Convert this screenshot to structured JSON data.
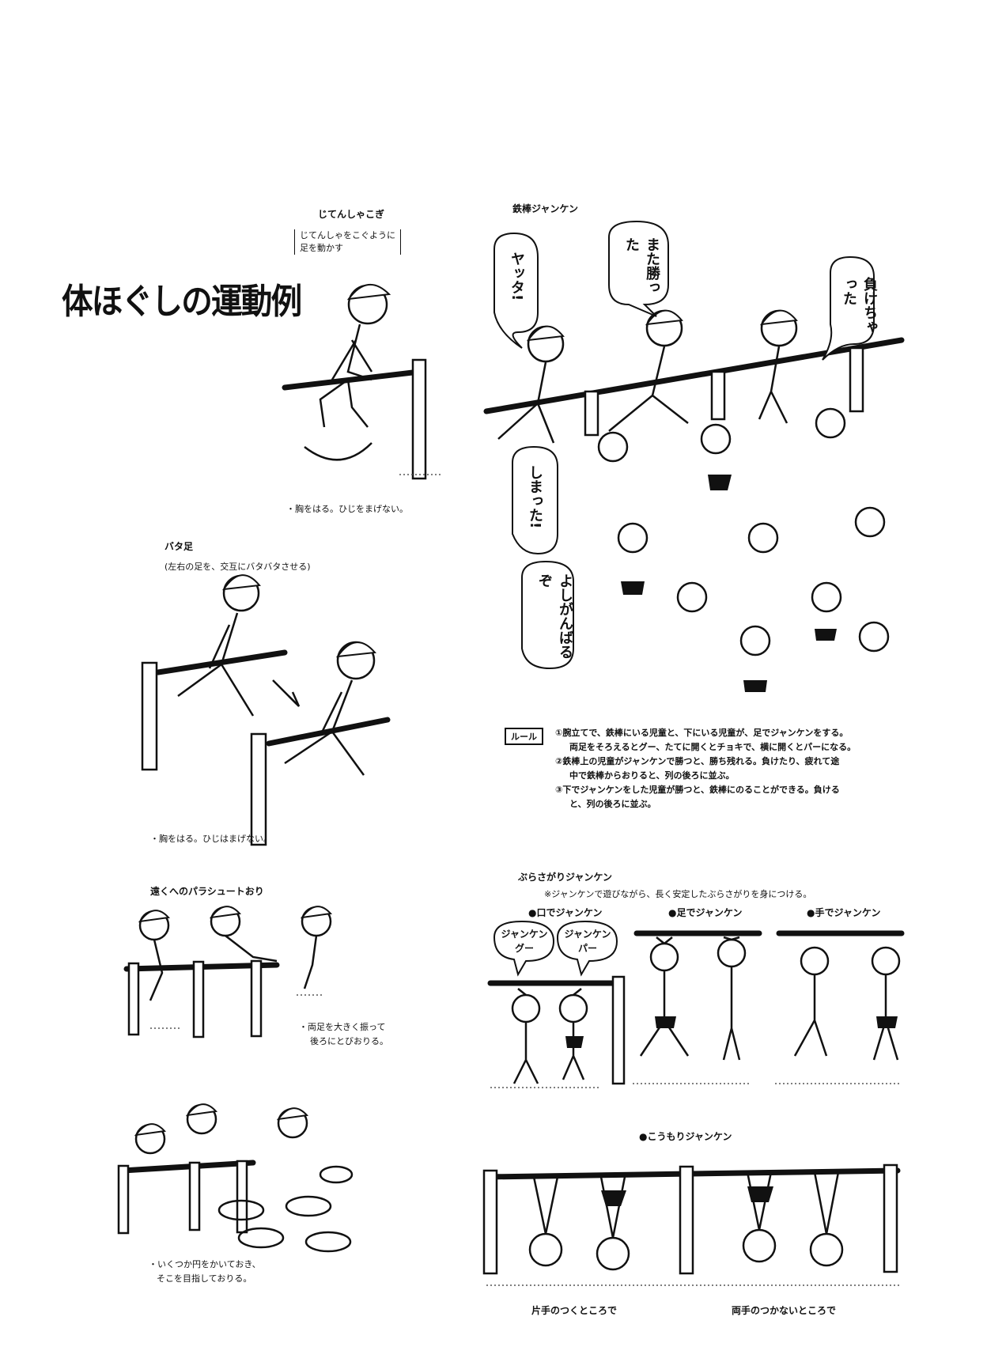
{
  "page": {
    "title": "体ほぐしの運動例"
  },
  "sections": {
    "jitensha": {
      "heading": "じてんしゃこぎ",
      "desc_line1": "じてんしゃをこぐように",
      "desc_line2": "足を動かす",
      "note": "・胸をはる。ひじをまげない。"
    },
    "batabata": {
      "heading": "バタ足",
      "desc": "(左右の足を、交互にバタバタさせる)",
      "note": "・胸をはる。ひじはまげない。"
    },
    "parachute": {
      "heading": "遠くへのパラシュートおり",
      "note_line1": "・両足を大きく振って",
      "note_line2": "後ろにとびおりる。"
    },
    "circles": {
      "note_line1": "・いくつか円をかいておき、",
      "note_line2": "そこを目指しておりる。"
    },
    "tetsubou": {
      "heading": "鉄棒ジャンケン",
      "bubble_yatta": "ヤッタ!",
      "bubble_mata": "また勝った",
      "bubble_make": "負けちゃった",
      "bubble_shimatta": "しまった!",
      "bubble_yoshi": "よしがんばるぞ",
      "rule_label": "ルール",
      "rule_1a": "①腕立てで、鉄棒にいる児童と、下にいる児童が、足でジャンケンをする。",
      "rule_1b": "両足をそろえるとグー、たてに開くとチョキで、横に開くとパーになる。",
      "rule_2a": "②鉄棒上の児童がジャンケンで勝つと、勝ち残れる。負けたり、疲れて途",
      "rule_2b": "中で鉄棒からおりると、列の後ろに並ぶ。",
      "rule_3a": "③下でジャンケンをした児童が勝つと、鉄棒にのることができる。負ける",
      "rule_3b": "と、列の後ろに並ぶ。"
    },
    "burasagari": {
      "heading": "ぶらさがりジャンケン",
      "note": "※ジャンケンで遊びながら、長く安定したぶらさがりを身につける。",
      "sub_mouth": "●口でジャンケン",
      "sub_foot": "●足でジャンケン",
      "sub_hand": "●手でジャンケン",
      "bubble_left": "ジャンケングー",
      "bubble_right": "ジャンケンパー"
    },
    "koumori": {
      "heading": "●こうもりジャンケン",
      "caption_left": "片手のつくところで",
      "caption_right": "両手のつかないところで"
    }
  }
}
